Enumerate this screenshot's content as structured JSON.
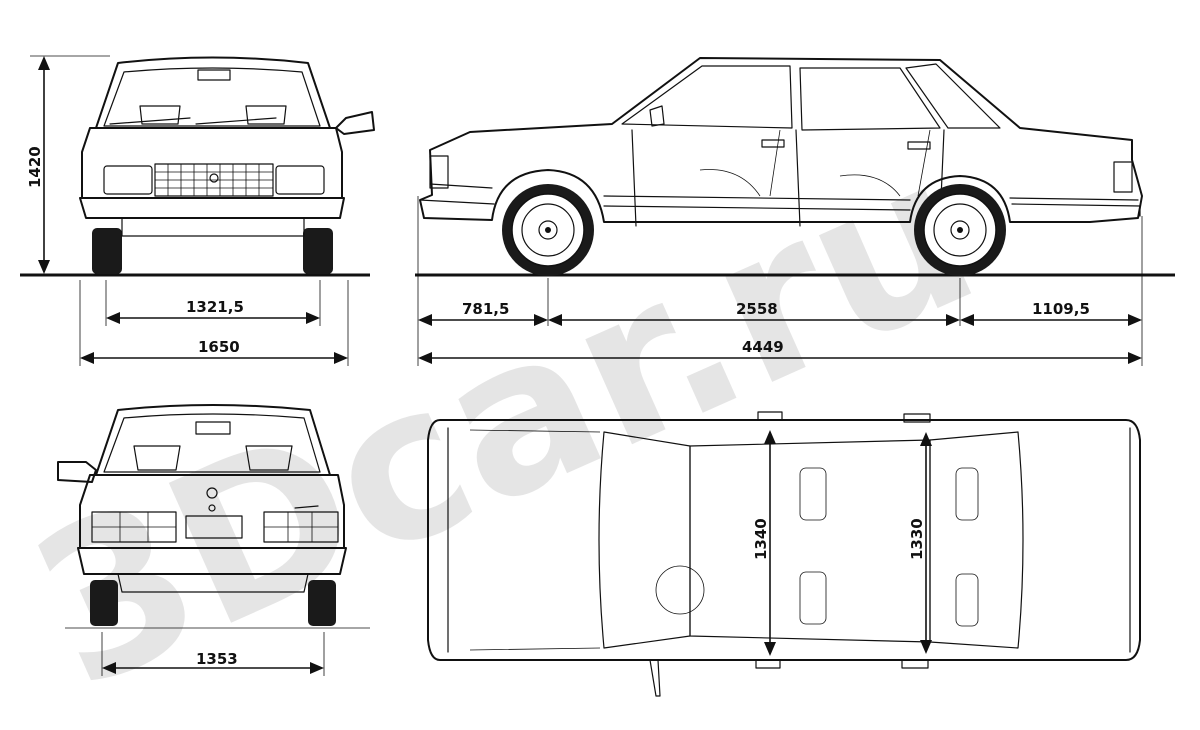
{
  "watermark": "3Dcar.ru",
  "dimensions": {
    "front_height": "1420",
    "front_track": "1321,5",
    "front_width": "1650",
    "rear_track": "1353",
    "front_overhang": "781,5",
    "wheelbase": "2558",
    "rear_overhang": "1109,5",
    "length": "4449",
    "front_interior_width": "1340",
    "rear_interior_width": "1330"
  },
  "colors": {
    "line": "#111111",
    "watermark": "#d0d0d0",
    "background": "#ffffff"
  }
}
